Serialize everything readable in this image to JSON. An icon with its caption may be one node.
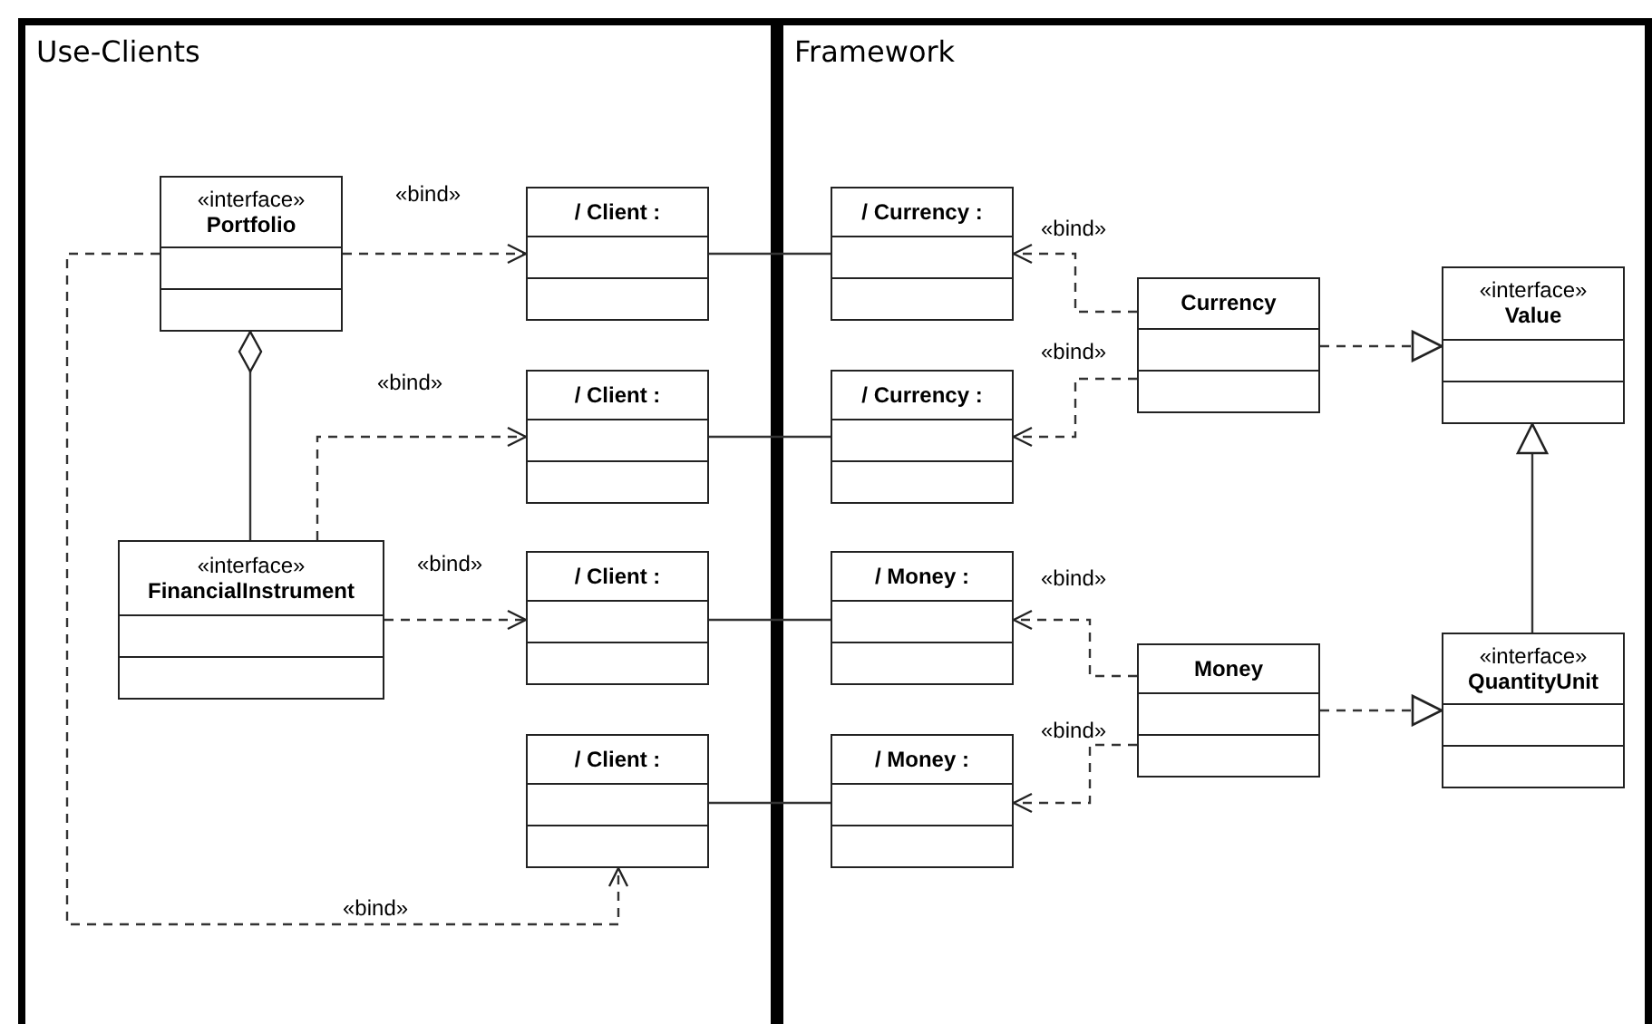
{
  "diagram": {
    "nodes": [
      {
        "text": [
          "Use-Clients"
        ]
      },
      {
        "text": [
          "Framework"
        ]
      },
      {
        "text": [
          "«interface»",
          "Portfolio"
        ],
        "in": 0
      },
      {
        "text": [
          "/ Client :"
        ],
        "in": 0
      },
      {
        "text": [
          "/ Client :"
        ],
        "in": 0
      },
      {
        "text": [
          "«interface»",
          "FinancialInstrument"
        ],
        "in": 0
      },
      {
        "text": [
          "/ Client :"
        ],
        "in": 0
      },
      {
        "text": [
          "/ Client :"
        ],
        "in": 0
      },
      {
        "text": [
          "/ Currency :"
        ],
        "in": 1
      },
      {
        "text": [
          "/ Currency :"
        ],
        "in": 1
      },
      {
        "text": [
          "Currency"
        ],
        "in": 1
      },
      {
        "text": [
          "«interface»",
          "Value"
        ],
        "in": 1
      },
      {
        "text": [
          "/ Money :"
        ],
        "in": 1
      },
      {
        "text": [
          "/ Money :"
        ],
        "in": 1
      },
      {
        "text": [
          "Money"
        ],
        "in": 1
      },
      {
        "text": [
          "«interface»",
          "QuantityUnit"
        ],
        "in": 1
      }
    ],
    "edges": [
      {
        "from": 2,
        "to": 3,
        "arrow": "to",
        "label": "«bind»",
        "style": "dashed"
      },
      {
        "from": 2,
        "to": 7,
        "arrow": "to",
        "label": "«bind»",
        "style": "dashed"
      },
      {
        "from": 2,
        "to": 5,
        "arrow": "other"
      },
      {
        "from": 5,
        "to": 4,
        "arrow": "to",
        "label": "«bind»",
        "style": "dashed"
      },
      {
        "from": 5,
        "to": 6,
        "arrow": "to",
        "label": "«bind»",
        "style": "dashed"
      },
      {
        "from": 3,
        "to": 8,
        "arrow": "none"
      },
      {
        "from": 4,
        "to": 9,
        "arrow": "none"
      },
      {
        "from": 6,
        "to": 12,
        "arrow": "none"
      },
      {
        "from": 7,
        "to": 13,
        "arrow": "none"
      },
      {
        "from": 10,
        "to": 8,
        "arrow": "to",
        "label": "«bind»",
        "style": "dashed"
      },
      {
        "from": 10,
        "to": 9,
        "arrow": "to",
        "label": "«bind»",
        "style": "dashed"
      },
      {
        "from": 10,
        "to": 11,
        "arrow": "to",
        "style": "dashed"
      },
      {
        "from": 15,
        "to": 11,
        "arrow": "to"
      },
      {
        "from": 14,
        "to": 12,
        "arrow": "to",
        "label": "«bind»",
        "style": "dashed"
      },
      {
        "from": 14,
        "to": 13,
        "arrow": "to",
        "label": "«bind»",
        "style": "dashed"
      },
      {
        "from": 14,
        "to": 15,
        "arrow": "to",
        "style": "dashed"
      }
    ]
  }
}
